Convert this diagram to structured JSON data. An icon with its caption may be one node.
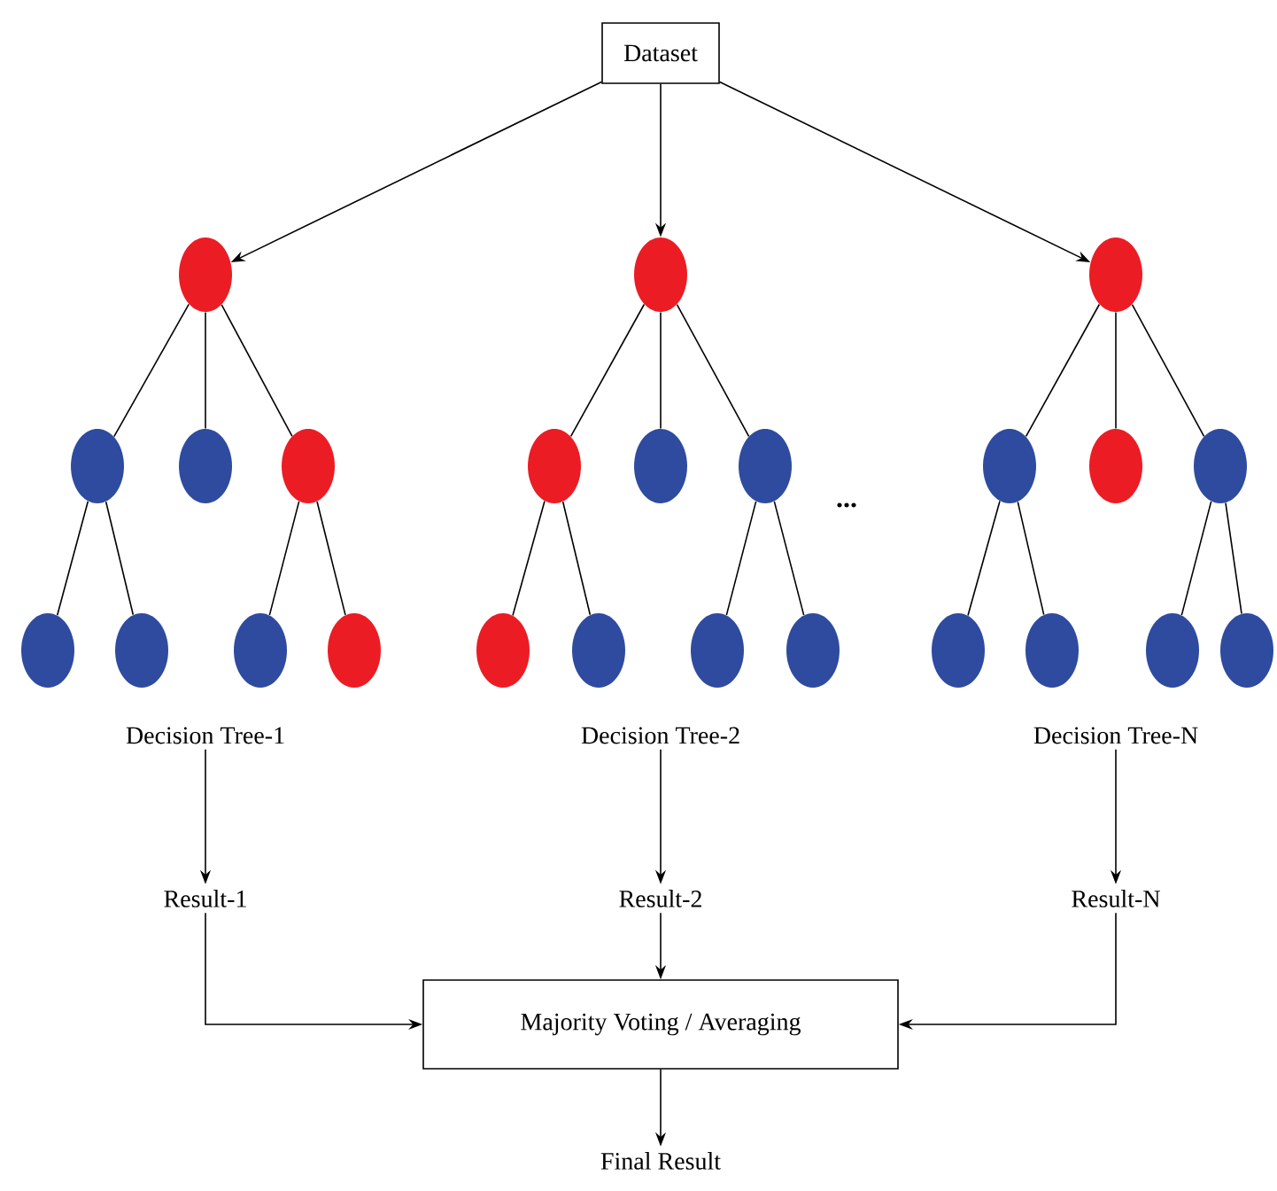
{
  "diagram": {
    "nodes": [
      {
        "text": [
          "Dataset"
        ]
      },
      {
        "text": [],
        "shape": "circle"
      },
      {
        "text": [],
        "shape": "circle"
      },
      {
        "text": [],
        "shape": "circle"
      },
      {
        "text": [],
        "shape": "circle"
      },
      {
        "text": [],
        "shape": "circle"
      },
      {
        "text": [],
        "shape": "circle"
      },
      {
        "text": [],
        "shape": "circle"
      },
      {
        "text": [],
        "shape": "circle"
      },
      {
        "text": [],
        "shape": "circle"
      },
      {
        "text": [],
        "shape": "circle"
      },
      {
        "text": [],
        "shape": "circle"
      },
      {
        "text": [],
        "shape": "circle"
      },
      {
        "text": [],
        "shape": "circle"
      },
      {
        "text": [],
        "shape": "circle"
      },
      {
        "text": [],
        "shape": "circle"
      },
      {
        "text": [],
        "shape": "circle"
      },
      {
        "text": [],
        "shape": "circle"
      },
      {
        "text": [],
        "shape": "circle"
      },
      {
        "text": [],
        "shape": "circle"
      },
      {
        "text": [],
        "shape": "circle"
      },
      {
        "text": [],
        "shape": "circle"
      },
      {
        "text": [],
        "shape": "circle"
      },
      {
        "text": [],
        "shape": "circle"
      },
      {
        "text": [],
        "shape": "circle"
      },
      {
        "text": [
          "Decision Tree-1"
        ]
      },
      {
        "text": [
          "Decision Tree-2"
        ]
      },
      {
        "text": [
          "Decision Tree-N"
        ]
      },
      {
        "text": [
          "Result-1"
        ]
      },
      {
        "text": [
          "Result-2"
        ]
      },
      {
        "text": [
          "Result-N"
        ]
      },
      {
        "text": [
          "Majority Voting / Averaging"
        ]
      },
      {
        "text": [
          "Final Result"
        ]
      }
    ],
    "edges": [
      {
        "from": 0,
        "to": 1,
        "arrow": "to"
      },
      {
        "from": 0,
        "to": 9,
        "arrow": "to"
      },
      {
        "from": 0,
        "to": 17,
        "arrow": "to"
      },
      {
        "from": 1,
        "to": 2,
        "arrow": "none"
      },
      {
        "from": 1,
        "to": 3,
        "arrow": "none"
      },
      {
        "from": 1,
        "to": 4,
        "arrow": "none"
      },
      {
        "from": 2,
        "to": 5,
        "arrow": "none"
      },
      {
        "from": 2,
        "to": 6,
        "arrow": "none"
      },
      {
        "from": 4,
        "to": 7,
        "arrow": "none"
      },
      {
        "from": 4,
        "to": 8,
        "arrow": "none"
      },
      {
        "from": 9,
        "to": 10,
        "arrow": "none"
      },
      {
        "from": 9,
        "to": 11,
        "arrow": "none"
      },
      {
        "from": 9,
        "to": 12,
        "arrow": "none"
      },
      {
        "from": 10,
        "to": 13,
        "arrow": "none"
      },
      {
        "from": 10,
        "to": 14,
        "arrow": "none"
      },
      {
        "from": 12,
        "to": 15,
        "arrow": "none"
      },
      {
        "from": 12,
        "to": 16,
        "arrow": "none"
      },
      {
        "from": 17,
        "to": 18,
        "arrow": "none"
      },
      {
        "from": 17,
        "to": 19,
        "arrow": "none"
      },
      {
        "from": 17,
        "to": 20,
        "arrow": "none"
      },
      {
        "from": 18,
        "to": 21,
        "arrow": "none"
      },
      {
        "from": 18,
        "to": 22,
        "arrow": "none"
      },
      {
        "from": 20,
        "to": 23,
        "arrow": "none"
      },
      {
        "from": 20,
        "to": 24,
        "arrow": "none"
      },
      {
        "from": 25,
        "to": 28,
        "arrow": "to"
      },
      {
        "from": 26,
        "to": 29,
        "arrow": "to"
      },
      {
        "from": 27,
        "to": 30,
        "arrow": "to"
      },
      {
        "from": 28,
        "to": 31,
        "arrow": "to"
      },
      {
        "from": 29,
        "to": 31,
        "arrow": "to"
      },
      {
        "from": 30,
        "to": 31,
        "arrow": "to"
      },
      {
        "from": 31,
        "to": 32,
        "arrow": "to"
      }
    ],
    "labels": [
      "..."
    ]
  }
}
